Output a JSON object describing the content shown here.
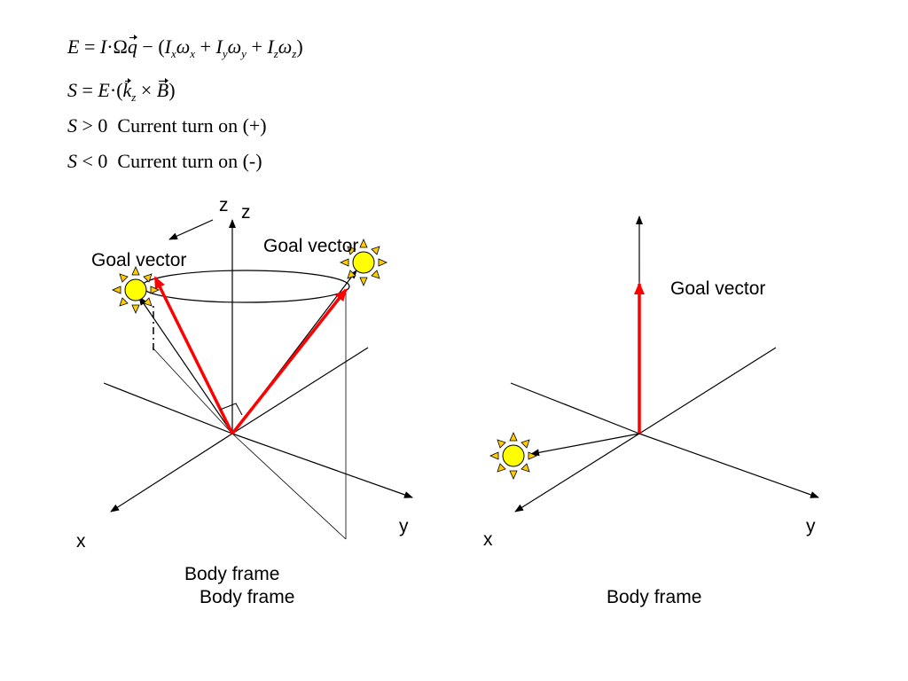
{
  "equations": {
    "eq1": {
      "lhs": "E",
      "eq": "=",
      "I": "I",
      "dot": "·",
      "omega_cap": "Ω",
      "q": "q",
      "minus": "−",
      "open": "(",
      "Ix": "I",
      "x1": "x",
      "wx": "ω",
      "x2": "x",
      "plus1": "+",
      "Iy": "I",
      "y1": "y",
      "wy": "ω",
      "y2": "y",
      "plus2": "+",
      "Iz": "I",
      "z1": "z",
      "wz": "ω",
      "z2": "z",
      "close": ")"
    },
    "eq2": {
      "lhs": "S",
      "eq": "=",
      "E": "E",
      "dot": "·",
      "open": "(",
      "k": "k",
      "z": "z",
      "times": "×",
      "B": "B",
      "close": ")"
    },
    "eq3": {
      "S": "S",
      "op": ">",
      "zero": "0",
      "text": "Current turn on (+)"
    },
    "eq4": {
      "S": "S",
      "op": "<",
      "zero": "0",
      "text": "Current turn on (-)"
    }
  },
  "left_diagram": {
    "z_label_1": "z",
    "z_label_2": "z",
    "goal_label_1": "Goal vector",
    "goal_label_2": "Goal vector",
    "x_label": "x",
    "y_label": "y",
    "frame_label_1": "Body frame",
    "frame_label_2": "Body frame"
  },
  "right_diagram": {
    "goal_label": "Goal vector",
    "x_label": "x",
    "y_label": "y",
    "frame_label": "Body frame"
  },
  "colors": {
    "goal_arrow": "#ff0000",
    "sun_fill": "#ffff00",
    "sun_rays": "#ffcc00",
    "axes": "#000000"
  }
}
